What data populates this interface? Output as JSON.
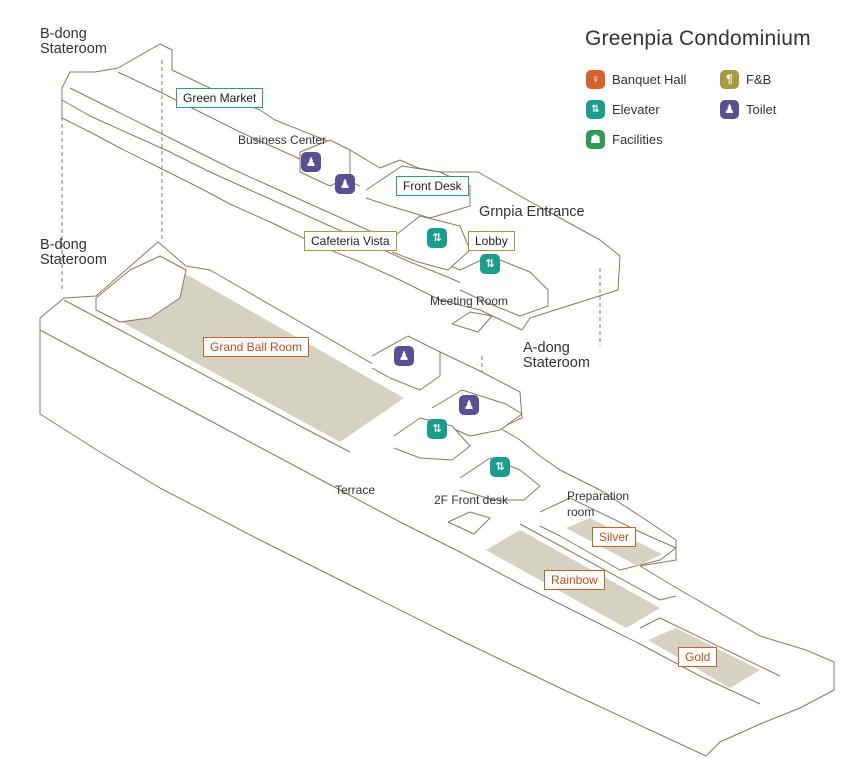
{
  "title": "Greenpia Condominium",
  "legend": {
    "banquet": "Banquet Hall",
    "fb": "F&B",
    "elevator": "Elevater",
    "toilet": "Toilet",
    "facilities": "Facilities"
  },
  "colors": {
    "banquet": "#d4622a",
    "fb": "#a89a3c",
    "elevator": "#1a9d8a",
    "toilet": "#5a4f95",
    "facilities": "#2e9a55",
    "floor_fill": "#d6d2c2",
    "wall_line": "#8a7a5c"
  },
  "areas": {
    "b_dong_top_1": "B-dong",
    "b_dong_top_2": "Stateroom",
    "b_dong_mid_1": "B-dong",
    "b_dong_mid_2": "Stateroom",
    "a_dong_1": "A-dong",
    "a_dong_2": "Stateroom",
    "entrance": "Grnpia Entrance"
  },
  "labels": {
    "green_market": "Green Market",
    "business_center": "Business Center",
    "front_desk": "Front Desk",
    "cafeteria_vista": "Cafeteria Vista",
    "lobby": "Lobby",
    "meeting_room": "Meeting Room",
    "grand_ball_room": "Grand Ball Room",
    "terrace": "Terrace",
    "front_desk_2f": "2F Front desk",
    "preparation_1": "Preparation",
    "preparation_2": "room",
    "silver": "Silver",
    "rainbow": "Rainbow",
    "gold": "Gold"
  },
  "icons": {
    "toilet": "toilet-icon",
    "elevator": "elevator-icon",
    "banquet": "banquet-icon",
    "fb": "fork-knife-icon",
    "facilities": "facilities-icon"
  }
}
